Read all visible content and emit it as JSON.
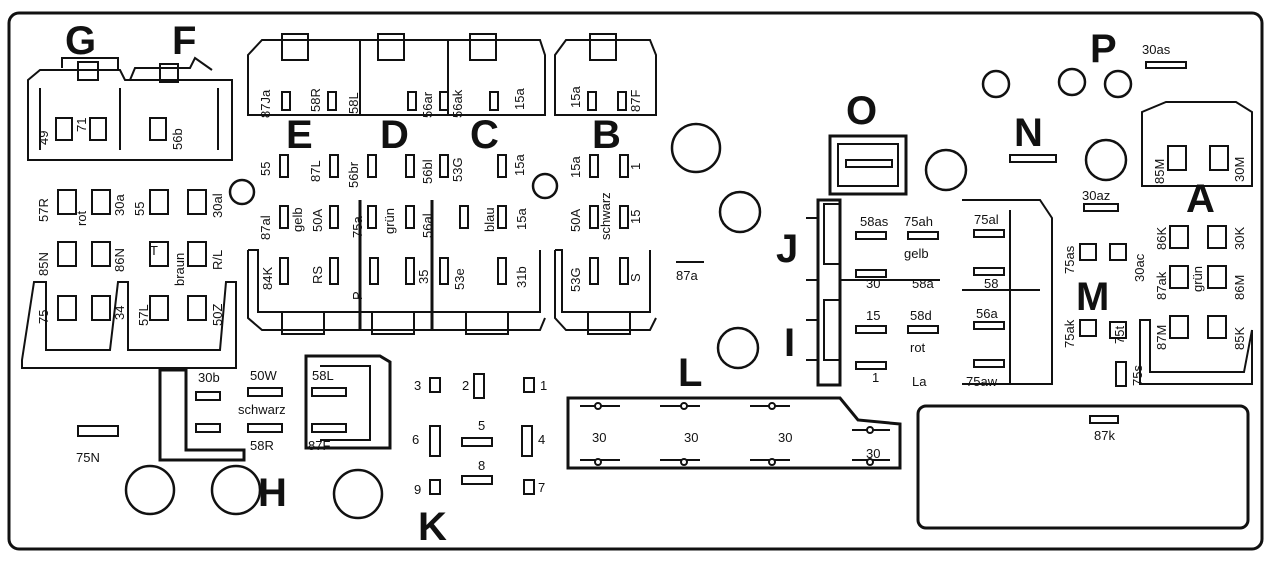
{
  "relay_letters": [
    "G",
    "F",
    "E",
    "D",
    "C",
    "B",
    "O",
    "N",
    "P",
    "A",
    "J",
    "I",
    "M",
    "L",
    "H",
    "K"
  ],
  "top_labels": {
    "g_49": "49",
    "g_71": "71",
    "f_56b": "56b",
    "e_87ja": "87Ja",
    "d_58r": "58R",
    "d_58l": "58L",
    "c_56ar": "56ar",
    "c_56ak": "56ak",
    "c_15a": "15a",
    "b_15a": "15a",
    "b_87f": "87F",
    "row1_55": "55",
    "row1_87l": "87L",
    "row1_56br": "56br",
    "row1_56bl": "56bl",
    "row1_53g": "53G",
    "row1_15a": "15a",
    "b_15a2": "15a",
    "b_1": "1",
    "l_57r": "57R",
    "l_rot": "rot",
    "l_30a": "30a",
    "l_55": "55",
    "l_30al": "30al",
    "l_85n": "85N",
    "l_86n": "86N",
    "l_t": "T",
    "l_braun": "braun",
    "l_rl": "R/L",
    "l_75": "75",
    "l_34": "34",
    "l_57l": "57L",
    "l_50z": "50Z",
    "r2_87al": "87al",
    "r2_gelb": "gelb",
    "r2_50a": "50A",
    "r2_75a": "75a",
    "r2_grun": "grün",
    "r2_56al": "56al",
    "r2_blau": "blau",
    "r2_15a": "15a",
    "r2_50a_b": "50A",
    "r2_schwarz": "schwarz",
    "r2_15": "15",
    "r3_84k": "84K",
    "r3_rs": "RS",
    "r3_p": "P",
    "r3_35": "35",
    "r3_53e": "53e",
    "r3_31b": "31b",
    "r3_53g": "53G",
    "r3_s": "S",
    "r3_87a": "87a"
  },
  "right_labels": {
    "p_30as": "30as",
    "a_30az": "30az",
    "j_58as": "58as",
    "j_75ah": "75ah",
    "j_gelb": "gelb",
    "j_30": "30",
    "j_58a": "58a",
    "i_15": "15",
    "i_58d": "58d",
    "i_rot": "rot",
    "i_1": "1",
    "i_la": "La",
    "blk_75al": "75al",
    "blk_58": "58",
    "blk_56a": "56a",
    "blk_75aw": "75aw",
    "a_85m": "85M",
    "a_30m": "30M",
    "a_86k": "86K",
    "a_30k": "30K",
    "a_87ak": "87ak",
    "a_grun": "grün",
    "a_86m": "86M",
    "a_87m": "87M",
    "a_85k": "85K",
    "m_75as": "75as",
    "m_30ac": "30ac",
    "m_75ak": "75ak",
    "m_75s": "75s",
    "m_75t": "75t",
    "box_87k": "87k"
  },
  "bottom_labels": {
    "h_30b": "30b",
    "h_50w": "50W",
    "h_58l": "58L",
    "h_schwarz": "schwarz",
    "h_58r": "58R",
    "h_87f": "87F",
    "h_75n": "75N",
    "k_1": "1",
    "k_2": "2",
    "k_3": "3",
    "k_4": "4",
    "k_5": "5",
    "k_6": "6",
    "k_7": "7",
    "k_8": "8",
    "k_9": "9",
    "l_30_1": "30",
    "l_30_2": "30",
    "l_30_3": "30",
    "l_30_4": "30"
  }
}
